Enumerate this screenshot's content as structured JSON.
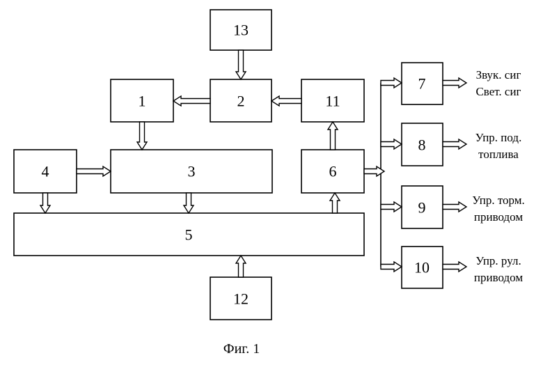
{
  "blocks": {
    "b1": "1",
    "b2": "2",
    "b3": "3",
    "b4": "4",
    "b5": "5",
    "b6": "6",
    "b7": "7",
    "b8": "8",
    "b9": "9",
    "b10": "10",
    "b11": "11",
    "b12": "12",
    "b13": "13"
  },
  "outputs": {
    "o7": [
      "Звук. сиг",
      "Свет. сиг"
    ],
    "o8": [
      "Упр. под.",
      "топлива"
    ],
    "o9": [
      "Упр. торм.",
      "приводом"
    ],
    "o10": [
      "Упр. рул.",
      "приводом"
    ]
  },
  "caption": "Фиг. 1"
}
